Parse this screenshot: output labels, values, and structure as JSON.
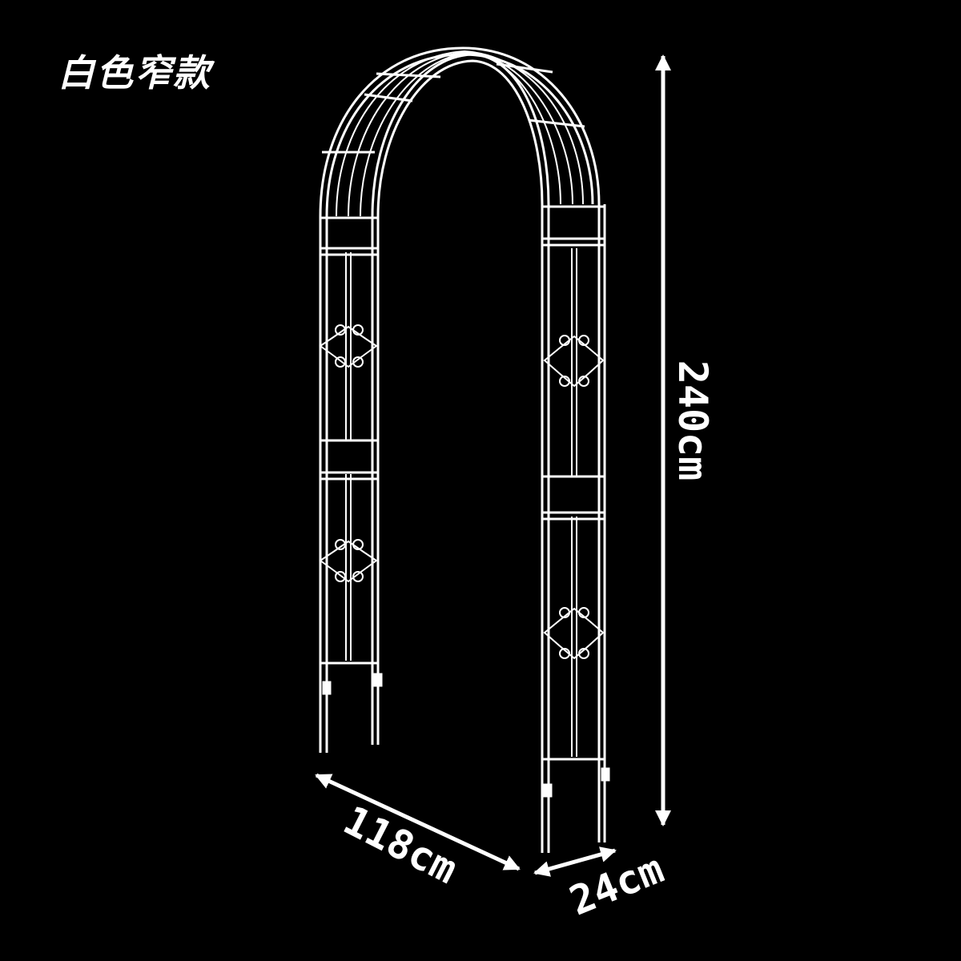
{
  "title": "白色窄款",
  "dimensions": {
    "height_label": "240cm",
    "width_label": "118cm",
    "depth_label": "24cm"
  },
  "colors": {
    "background": "#000000",
    "frame": "#ffffff",
    "text": "#ffffff"
  }
}
